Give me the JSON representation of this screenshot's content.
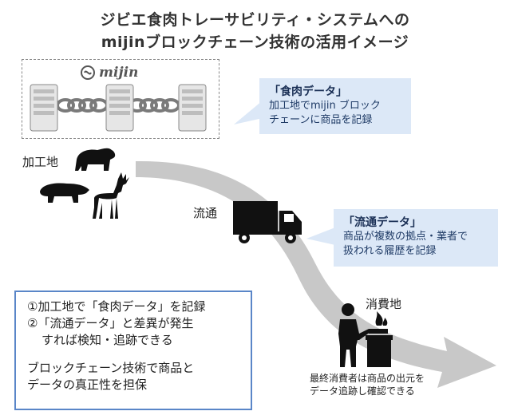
{
  "title": {
    "line1": "ジビエ食肉トレーサビリティ・システムへの",
    "line2": "mijinブロックチェーン技術の活用イメージ"
  },
  "logo": {
    "text": "mijin"
  },
  "callout_meat": {
    "heading": "「食肉データ」",
    "line1": "加工地でmijin ブロック",
    "line2": "チェーンに商品を記録"
  },
  "callout_distribution": {
    "heading": "「流通データ」",
    "line1": "商品が複数の拠点・業者で",
    "line2": "扱われる履歴を記録"
  },
  "labels": {
    "processing": "加工地",
    "distribution": "流通",
    "consumption": "消費地"
  },
  "steps": {
    "step1": "①加工地で「食肉データ」を記録",
    "step2a": "②「流通データ」と差異が発生",
    "step2b": "すれば検知・追跡できる",
    "summary1": "ブロックチェーン技術で商品と",
    "summary2": "データの真正性を担保"
  },
  "consumer_note": {
    "line1": "最終消費者は商品の出元を",
    "line2": "データ追跡し確認できる"
  },
  "colors": {
    "callout_bg": "#dce8f7",
    "box_border": "#5a86c8",
    "arrow": "#c8c8c8",
    "silhouette": "#111111"
  }
}
